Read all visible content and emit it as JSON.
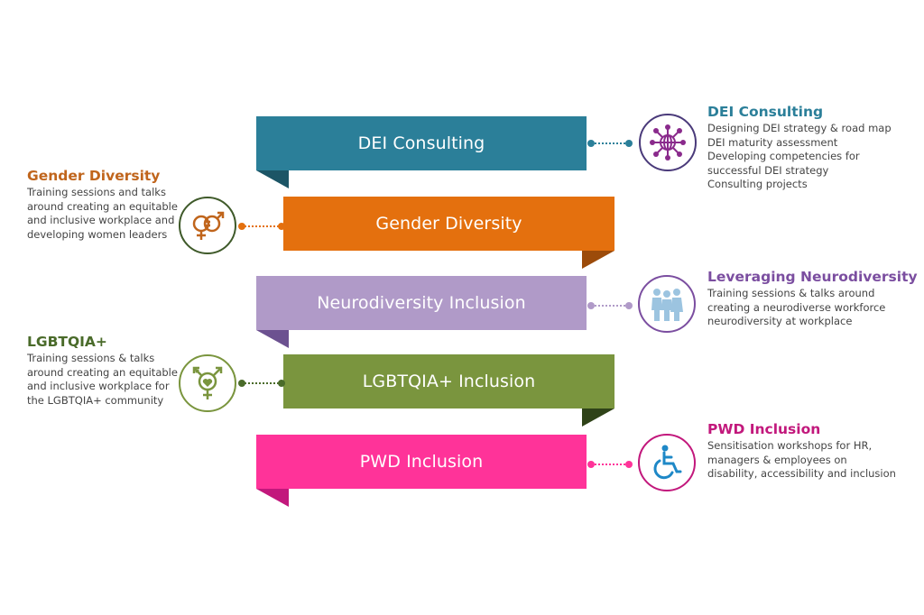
{
  "banners": [
    {
      "label": "DEI Consulting",
      "color": "#2b7f99",
      "fold_color": "#1c5566"
    },
    {
      "label": "Gender Diversity",
      "color": "#e4700e",
      "fold_color": "#9c4b0a"
    },
    {
      "label": "Neurodiversity Inclusion",
      "color": "#b09ac8",
      "fold_color": "#6c5190"
    },
    {
      "label": "LGBTQIA+ Inclusion",
      "color": "#7a953e",
      "fold_color": "#2f4318"
    },
    {
      "label": "PWD Inclusion",
      "color": "#ff3399",
      "fold_color": "#c2187c"
    }
  ],
  "callouts": {
    "dei": {
      "title": "DEI Consulting",
      "color": "#2b7f99",
      "icon": "globe-network-icon",
      "lines": [
        "Designing DEI strategy & road map",
        "DEI maturity assessment",
        "Developing competencies for",
        "successful DEI strategy",
        "Consulting projects"
      ]
    },
    "gender": {
      "title": "Gender Diversity",
      "color": "#c0651c",
      "icon": "gender-symbols-icon",
      "lines": [
        "Training sessions and talks",
        "around creating an  equitable",
        "and inclusive workplace and",
        "developing women leaders"
      ]
    },
    "neuro": {
      "title": "Leveraging Neurodiversity",
      "color": "#7b4ea0",
      "icon": "people-group-icon",
      "lines": [
        "Training sessions & talks around",
        "creating a neurodiverse workforce",
        "neurodiversity at workplace"
      ]
    },
    "lgbtqia": {
      "title": "LGBTQIA+",
      "color": "#4a6b2a",
      "icon": "transgender-heart-icon",
      "lines": [
        "Training sessions & talks",
        "around creating an equitable",
        "and inclusive workplace for",
        "the LGBTQIA+ community"
      ]
    },
    "pwd": {
      "title": "PWD Inclusion",
      "color": "#c2187c",
      "icon": "wheelchair-icon",
      "lines": [
        "Sensitisation workshops for HR,",
        "managers & employees  on",
        "disability, accessibility and inclusion"
      ]
    }
  }
}
